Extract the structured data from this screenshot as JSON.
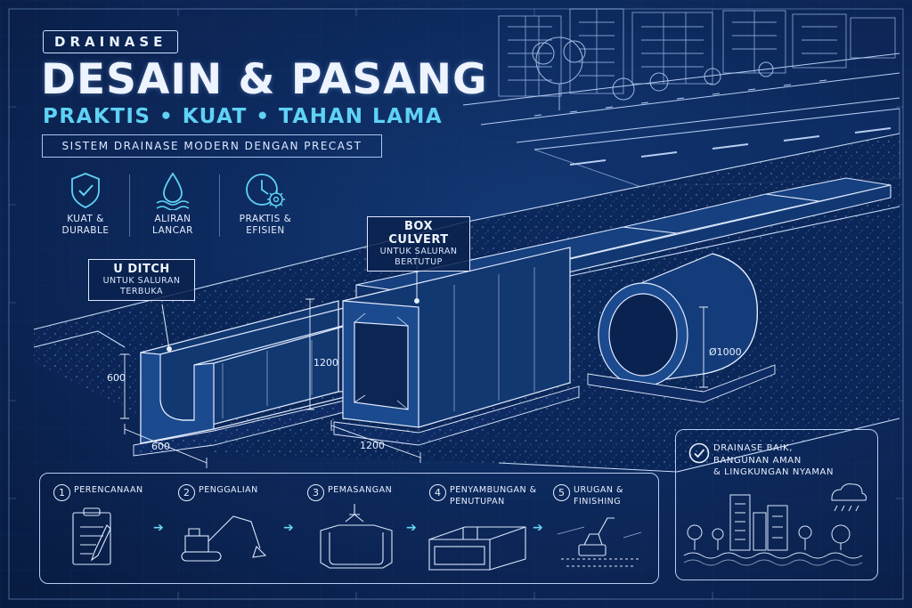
{
  "header": {
    "tag": "DRAINASE",
    "title": "DESAIN & PASANG",
    "subtitle": "PRAKTIS • KUAT • TAHAN LAMA",
    "description": "SISTEM DRAINASE MODERN DENGAN PRECAST"
  },
  "features": [
    {
      "icon": "shield-check-icon",
      "label": "KUAT &\nDURABLE"
    },
    {
      "icon": "water-drop-icon",
      "label": "ALIRAN\nLANCAR"
    },
    {
      "icon": "clock-gear-icon",
      "label": "PRAKTIS &\nEFISIEN"
    }
  ],
  "callouts": {
    "u_ditch": {
      "title": "U DITCH",
      "sub": "UNTUK SALURAN\nTERBUKA"
    },
    "box_culvert": {
      "title": "BOX CULVERT",
      "sub": "UNTUK SALURAN\nBERTUTUP"
    }
  },
  "dimensions": {
    "u_ditch_height": "600",
    "u_ditch_width": "600",
    "box_height": "1200",
    "box_width": "1200",
    "pipe_diameter": "Ø1000"
  },
  "steps": [
    {
      "num": "1",
      "label": "PERENCANAAN",
      "icon": "clipboard-pencil-icon"
    },
    {
      "num": "2",
      "label": "PENGGALIAN",
      "icon": "excavator-icon"
    },
    {
      "num": "3",
      "label": "PEMASANGAN",
      "icon": "crane-hook-icon"
    },
    {
      "num": "4",
      "label": "PENYAMBUNGAN &\nPENUTUPAN",
      "icon": "box-joint-icon"
    },
    {
      "num": "5",
      "label": "URUGAN &\nFINISHING",
      "icon": "compactor-icon"
    }
  ],
  "benefit": {
    "icon": "check-circle-icon",
    "text": "DRAINASE BAIK,\nBANGUNAN AMAN\n& LINGKUNGAN NYAMAN"
  },
  "colors": {
    "background": "#0d2a5e",
    "line": "#dfe9ff",
    "accent": "#5fd2f5"
  }
}
